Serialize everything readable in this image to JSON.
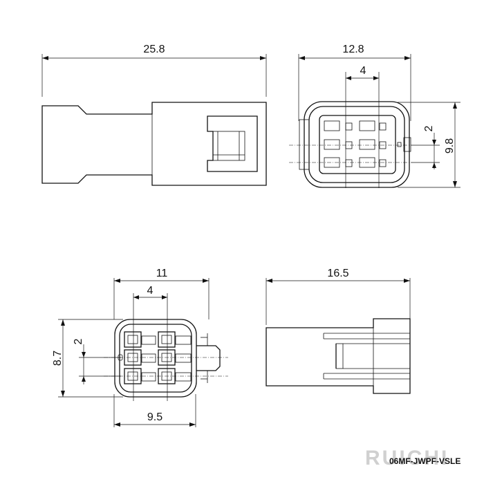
{
  "top_left_view": {
    "dim_overall_length": "25.8"
  },
  "top_right_view": {
    "dim_width": "12.8",
    "dim_pitch": "4",
    "dim_row_pitch": "2",
    "dim_height": "9.8"
  },
  "bottom_left_view": {
    "dim_width": "11",
    "dim_pitch": "4",
    "dim_row_pitch": "2",
    "dim_height": "8.7",
    "dim_base": "9.5"
  },
  "bottom_right_view": {
    "dim_length": "16.5"
  },
  "watermark": {
    "brand": "RUICHI",
    "part_number": "06MF-JWPF-VSLE"
  }
}
